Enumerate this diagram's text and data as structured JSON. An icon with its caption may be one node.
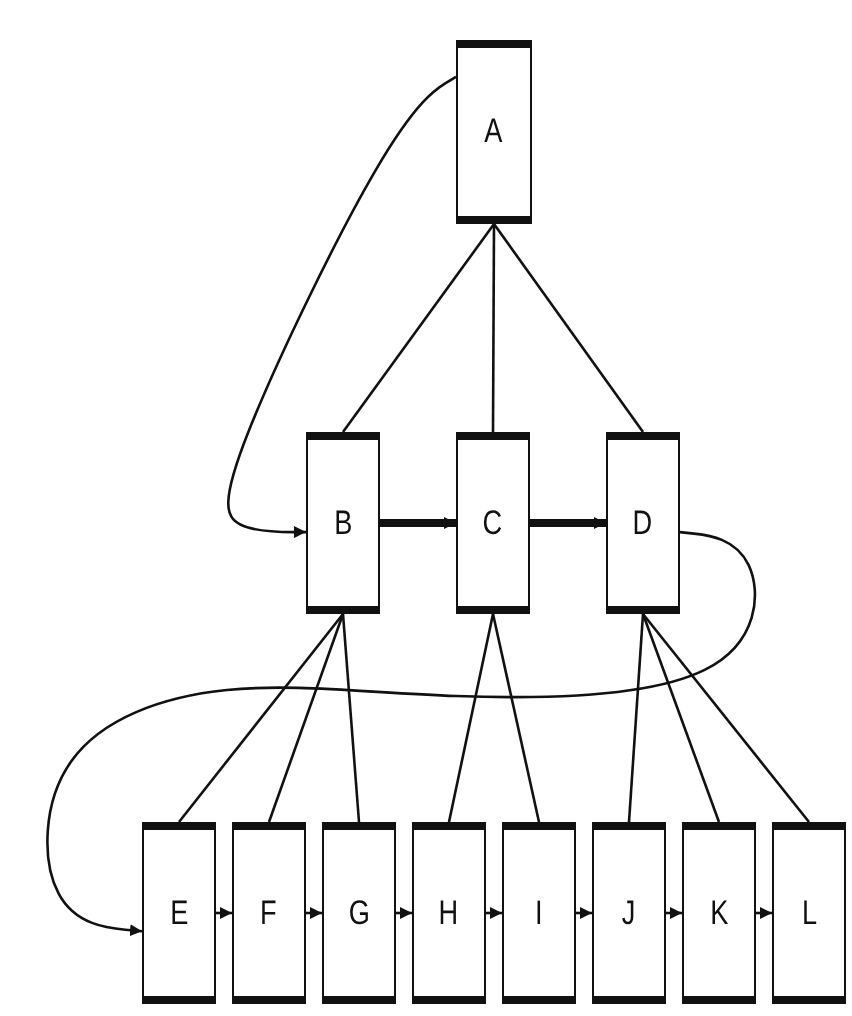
{
  "diagram": {
    "nodes": [
      {
        "text": [
          "A"
        ]
      },
      {
        "text": [
          "B"
        ]
      },
      {
        "text": [
          "C"
        ]
      },
      {
        "text": [
          "D"
        ]
      },
      {
        "text": [
          "E"
        ]
      },
      {
        "text": [
          "F"
        ]
      },
      {
        "text": [
          "G"
        ]
      },
      {
        "text": [
          "H"
        ]
      },
      {
        "text": [
          "I"
        ]
      },
      {
        "text": [
          "J"
        ]
      },
      {
        "text": [
          "K"
        ]
      },
      {
        "text": [
          "L"
        ]
      }
    ],
    "edges": [
      {
        "from": 0,
        "to": 1,
        "arrow": "none"
      },
      {
        "from": 0,
        "to": 2,
        "arrow": "none"
      },
      {
        "from": 0,
        "to": 3,
        "arrow": "none"
      },
      {
        "from": 1,
        "to": 4,
        "arrow": "none"
      },
      {
        "from": 1,
        "to": 5,
        "arrow": "none"
      },
      {
        "from": 1,
        "to": 6,
        "arrow": "none"
      },
      {
        "from": 2,
        "to": 7,
        "arrow": "none"
      },
      {
        "from": 2,
        "to": 8,
        "arrow": "none"
      },
      {
        "from": 3,
        "to": 9,
        "arrow": "none"
      },
      {
        "from": 3,
        "to": 10,
        "arrow": "none"
      },
      {
        "from": 3,
        "to": 11,
        "arrow": "none"
      },
      {
        "from": 0,
        "to": 1,
        "arrow": "to"
      },
      {
        "from": 1,
        "to": 2,
        "arrow": "to",
        "style": "thick"
      },
      {
        "from": 2,
        "to": 3,
        "arrow": "to",
        "style": "thick"
      },
      {
        "from": 3,
        "to": 4,
        "arrow": "to"
      },
      {
        "from": 4,
        "to": 5,
        "arrow": "to"
      },
      {
        "from": 5,
        "to": 6,
        "arrow": "to"
      },
      {
        "from": 6,
        "to": 7,
        "arrow": "to"
      },
      {
        "from": 7,
        "to": 8,
        "arrow": "to"
      },
      {
        "from": 8,
        "to": 9,
        "arrow": "to"
      },
      {
        "from": 9,
        "to": 10,
        "arrow": "to"
      },
      {
        "from": 10,
        "to": 11,
        "arrow": "to"
      }
    ]
  }
}
